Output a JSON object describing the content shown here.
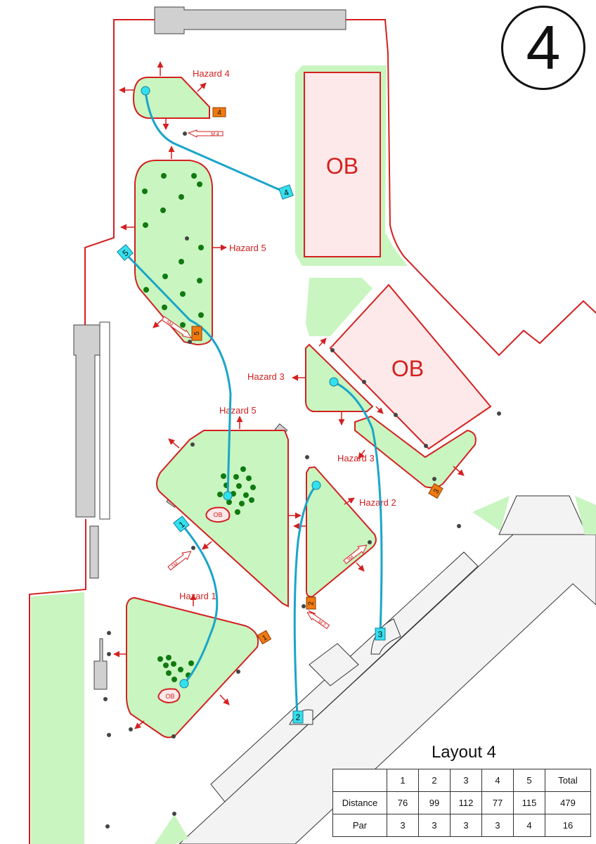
{
  "layout_number": "4",
  "colors": {
    "boundary": "#d42020",
    "green_area": "#c9f5c0",
    "ob_fill": "#fde9e9",
    "path": "#1aa5c9",
    "tee": "#33e0ee",
    "tree": "#107a10",
    "mando": "#f07a10",
    "building": "#d0d0d0",
    "pavement": "#f3f3f3"
  },
  "ob_labels": {
    "large_top": "OB",
    "large_mid": "OB",
    "small_1": "OB",
    "small_2": "OB"
  },
  "hazards": {
    "h4": "Hazard 4",
    "h5_right": "Hazard 5",
    "h5_mid": "Hazard 5",
    "h3_left": "Hazard 3",
    "h3_low": "Hazard 3",
    "h2": "Hazard 2",
    "h1": "Hazard 1"
  },
  "tees": [
    "1",
    "2",
    "3",
    "4",
    "5"
  ],
  "baskets": [
    "1",
    "2",
    "3",
    "4",
    "5"
  ],
  "mandos": {
    "m4": "M 4",
    "m5": "5M",
    "m1": "1M",
    "m3": "3M",
    "m2": "M 2"
  },
  "table": {
    "title": "Layout 4",
    "headers": [
      "",
      "1",
      "2",
      "3",
      "4",
      "5",
      "Total"
    ],
    "rows": [
      {
        "label": "Distance",
        "values": [
          "76",
          "99",
          "112",
          "77",
          "115",
          "479"
        ]
      },
      {
        "label": "Par",
        "values": [
          "3",
          "3",
          "3",
          "3",
          "4",
          "16"
        ]
      }
    ]
  }
}
